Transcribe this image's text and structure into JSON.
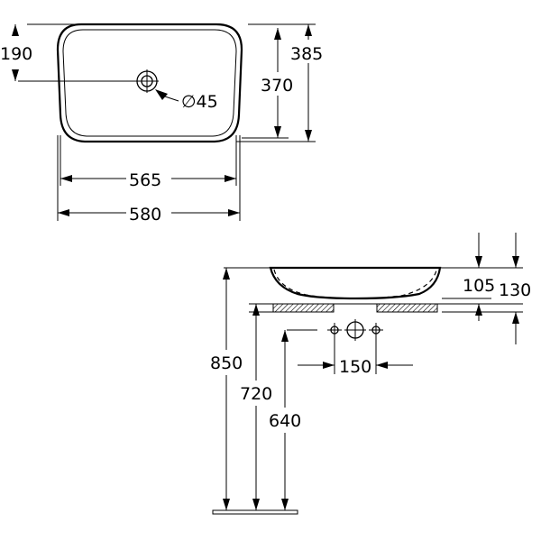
{
  "top_view": {
    "dim_190": "190",
    "dim_385": "385",
    "dim_370": "370",
    "dim_hole": "∅45",
    "dim_565": "565",
    "dim_580": "580"
  },
  "side_view": {
    "dim_105": "105",
    "dim_130": "130",
    "dim_150": "150",
    "dim_850": "850",
    "dim_720": "720",
    "dim_640": "640"
  }
}
